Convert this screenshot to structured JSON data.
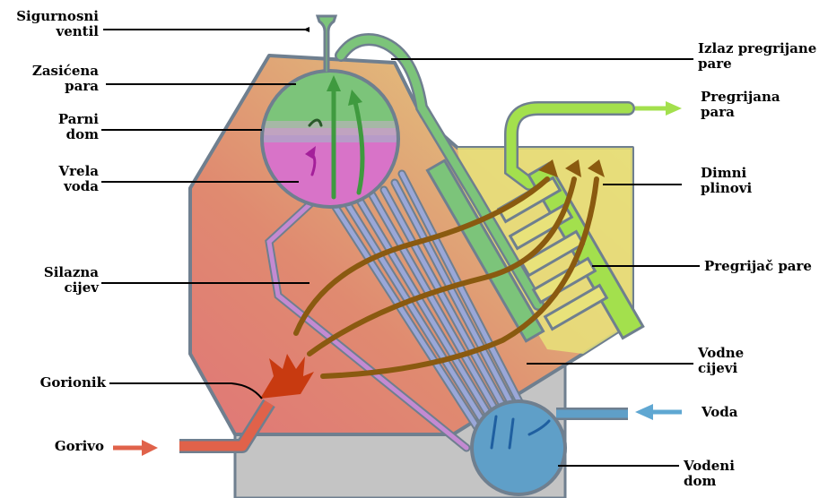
{
  "labels": {
    "sigurnosni_ventil": [
      "Sigurnosni",
      "ventil"
    ],
    "zasicena_para": [
      "Zasićena",
      "para"
    ],
    "parni_dom": [
      "Parni",
      "dom"
    ],
    "vrela_voda": [
      "Vrela",
      "voda"
    ],
    "silazna_cijev": [
      "Silazna",
      "cijev"
    ],
    "gorionik": "Gorionik",
    "gorivo": "Gorivo",
    "izlaz_pregrijane_pare": [
      "Izlaz pregrijane",
      "pare"
    ],
    "pregrijana_para": [
      "Pregrijana",
      "para"
    ],
    "dimni_plinovi": [
      "Dimni",
      "plinovi"
    ],
    "pregrijac_pare": "Pregrijač pare",
    "vodne_cijevi": [
      "Vodne",
      "cijevi"
    ],
    "voda": "Voda",
    "vodeni_dom": [
      "Vodeni",
      "dom"
    ]
  },
  "colors": {
    "outline": "#6f7f8f",
    "steam": "#7cc47a",
    "hot_water": "#d873c8",
    "water": "#5f9fc8",
    "superheated_steam": "#a3e04d",
    "flue_gas": "#e8e27a",
    "flame": "#c83a10",
    "fuel_arrow": "#e0624a",
    "water_arrow": "#5fa7d2",
    "gas_arrow": "#8a5a10",
    "base": "#c4c4c4"
  }
}
